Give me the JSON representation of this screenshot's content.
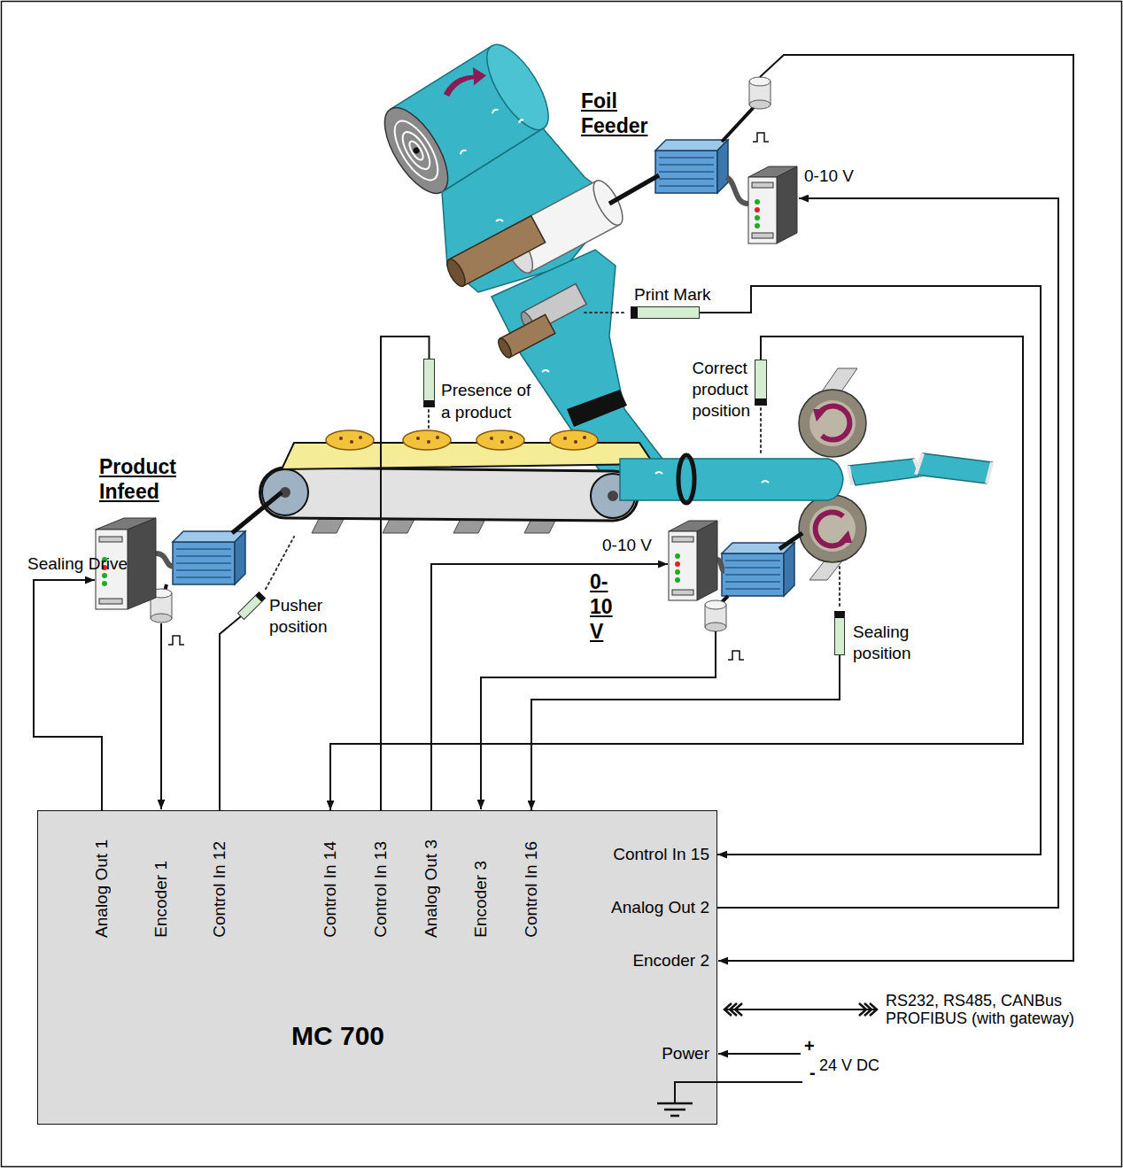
{
  "diagram": {
    "nodes": [
      {
        "text": [
          "Print Mark"
        ]
      },
      {
        "text": [
          "Correct product position"
        ]
      },
      {
        "text": [
          "Presence of a product"
        ]
      },
      {
        "text": [
          "Pusher position"
        ]
      },
      {
        "text": [
          "Sealing position"
        ]
      },
      {
        "text": [
          "Analog Out 1",
          "Encoder 1",
          "Control In 12",
          "Control In 14",
          "Control In 13",
          "Analog Out 3",
          "Encoder 3",
          "Control In 16",
          "Control In 15",
          "Analog Out 2",
          "Encoder 2",
          "Power",
          "MC 700"
        ]
      }
    ],
    "edges": [
      {
        "from": 0,
        "to": 5,
        "arrow": "to"
      },
      {
        "from": 1,
        "to": 5,
        "arrow": "to"
      },
      {
        "from": 2,
        "to": 5,
        "arrow": "none"
      },
      {
        "from": 3,
        "to": 5,
        "arrow": "none"
      },
      {
        "from": 4,
        "to": 5,
        "arrow": "to"
      }
    ],
    "labels": [
      "Foil Feeder",
      "0-10 V",
      "Product Infeed",
      "0-10 V",
      "Sealing Drive",
      "0-10 V",
      "RS232, RS485, CANBus PROFIBUS (with gateway)",
      "+",
      "24 V DC",
      "-"
    ]
  }
}
